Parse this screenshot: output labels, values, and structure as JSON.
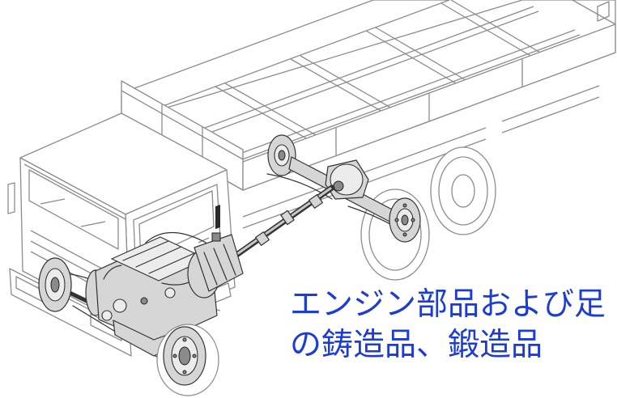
{
  "caption": {
    "line1": "エンジン部品および足",
    "line2": "の鋳造品、鍛造品"
  },
  "colors": {
    "caption": "#1c3cd6",
    "outline": "#8c8c8c",
    "mechanical": "#333333",
    "background": "#ffffff"
  },
  "illustration": {
    "subject": "truck-chassis-illustration",
    "highlighted_parts": [
      "engine-icon",
      "transmission-icon",
      "driveshaft-icon",
      "rear-axle-icon",
      "front-axle-icon",
      "wheel-hub-icon"
    ]
  }
}
